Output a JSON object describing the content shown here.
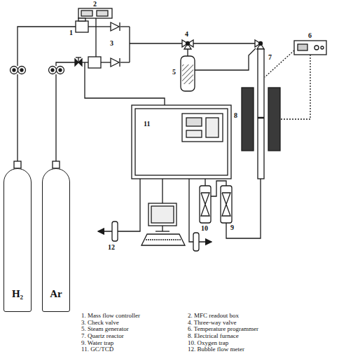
{
  "diagram": {
    "nodes": [
      {
        "text": [
          "H₂"
        ]
      },
      {
        "text": [
          "Ar"
        ]
      }
    ],
    "labels": [
      "1",
      "2",
      "3",
      "4",
      "5",
      "6",
      "7",
      "8",
      "9",
      "10",
      "11",
      "12",
      "1. Mass flow controller",
      "2. MFC readout box",
      "3. Check valve",
      "4. Three-way valve",
      "5. Steam generator",
      "6. Temperature programmer",
      "7. Quartz reactor",
      "8. Electrical furnace",
      "9. Water trap",
      "10. Oxygen trap",
      "11. GC/TCD",
      "12. Bubble flow meter"
    ]
  }
}
